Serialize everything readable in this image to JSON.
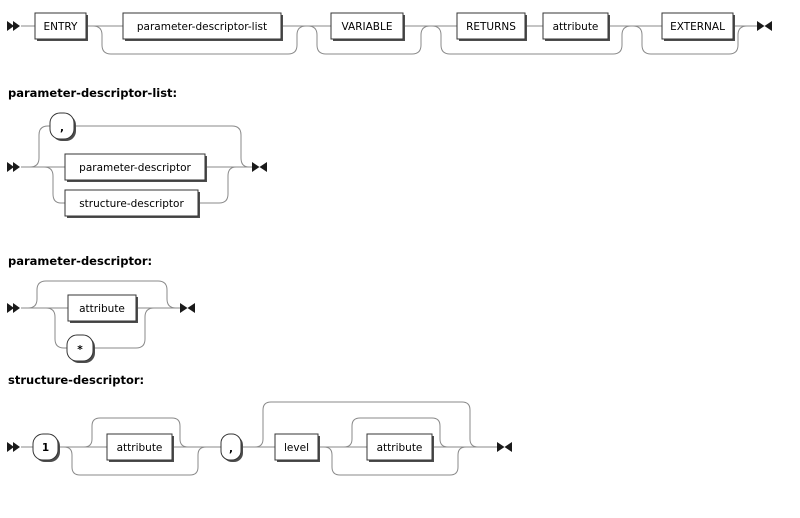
{
  "style": {
    "background": "#ffffff",
    "line_color": "#8a8a8a",
    "box_border": "#353535",
    "box_fill": "#ffffff",
    "shadow_color": "#4d4d4d",
    "text_color": "#000000"
  },
  "icons": {
    "start": "railroad-start-arrow",
    "end": "railroad-end-arrow"
  },
  "sections": [
    {
      "id": "entry-statement",
      "heading": null,
      "nodes": [
        {
          "label": "ENTRY",
          "kind": "box"
        },
        {
          "label": "parameter-descriptor-list",
          "kind": "box"
        },
        {
          "label": "VARIABLE",
          "kind": "box"
        },
        {
          "label": "RETURNS",
          "kind": "box"
        },
        {
          "label": "attribute",
          "kind": "box"
        },
        {
          "label": "EXTERNAL",
          "kind": "box"
        }
      ]
    },
    {
      "id": "parameter-descriptor-list",
      "heading": "parameter-descriptor-list:",
      "nodes": [
        {
          "label": ",",
          "kind": "pill"
        },
        {
          "label": "parameter-descriptor",
          "kind": "box"
        },
        {
          "label": "structure-descriptor",
          "kind": "box"
        }
      ]
    },
    {
      "id": "parameter-descriptor",
      "heading": "parameter-descriptor:",
      "nodes": [
        {
          "label": "attribute",
          "kind": "box"
        },
        {
          "label": "*",
          "kind": "pill"
        }
      ]
    },
    {
      "id": "structure-descriptor",
      "heading": "structure-descriptor:",
      "nodes": [
        {
          "label": "1",
          "kind": "pill"
        },
        {
          "label": "attribute",
          "kind": "box"
        },
        {
          "label": ",",
          "kind": "pill"
        },
        {
          "label": "level",
          "kind": "box"
        },
        {
          "label": "attribute",
          "kind": "box"
        }
      ]
    }
  ]
}
